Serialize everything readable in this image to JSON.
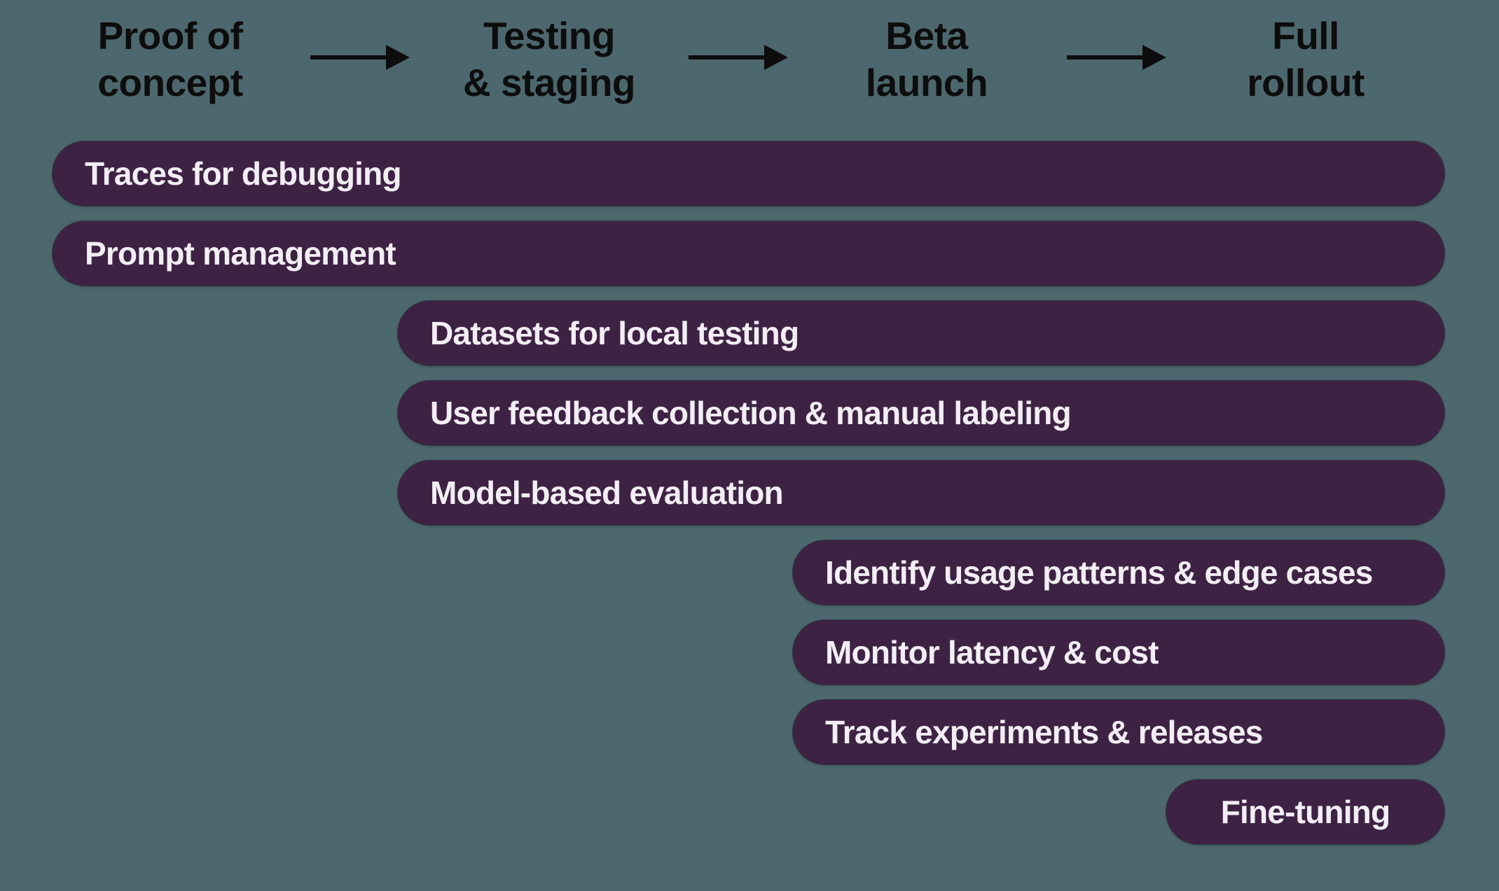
{
  "phases": [
    {
      "id": "proof-of-concept",
      "line1": "Proof of",
      "line2": "concept"
    },
    {
      "id": "testing-staging",
      "line1": "Testing",
      "line2": "& staging"
    },
    {
      "id": "beta-launch",
      "line1": "Beta",
      "line2": "launch"
    },
    {
      "id": "full-rollout",
      "line1": "Full",
      "line2": "rollout"
    }
  ],
  "bars": [
    {
      "label": "Traces for debugging",
      "starts_at_phase": "Proof of concept",
      "ends_at_phase": "Full rollout"
    },
    {
      "label": "Prompt management",
      "starts_at_phase": "Proof of concept",
      "ends_at_phase": "Full rollout"
    },
    {
      "label": "Datasets for local testing",
      "starts_at_phase": "Testing & staging",
      "ends_at_phase": "Full rollout"
    },
    {
      "label": "User feedback collection & manual labeling",
      "starts_at_phase": "Testing & staging",
      "ends_at_phase": "Full rollout"
    },
    {
      "label": "Model-based evaluation",
      "starts_at_phase": "Testing & staging",
      "ends_at_phase": "Full rollout"
    },
    {
      "label": "Identify usage patterns & edge cases",
      "starts_at_phase": "Beta launch",
      "ends_at_phase": "Full rollout"
    },
    {
      "label": "Monitor latency & cost",
      "starts_at_phase": "Beta launch",
      "ends_at_phase": "Full rollout"
    },
    {
      "label": "Track experiments & releases",
      "starts_at_phase": "Beta launch",
      "ends_at_phase": "Full rollout"
    },
    {
      "label": "Fine-tuning",
      "starts_at_phase": "Full rollout",
      "ends_at_phase": "Full rollout"
    }
  ],
  "colors": {
    "background": "#4d676e",
    "bar_fill": "#3e2243",
    "bar_text": "#f2eef4",
    "header_text": "#0d0d0d",
    "arrow": "#0d0d0d"
  }
}
